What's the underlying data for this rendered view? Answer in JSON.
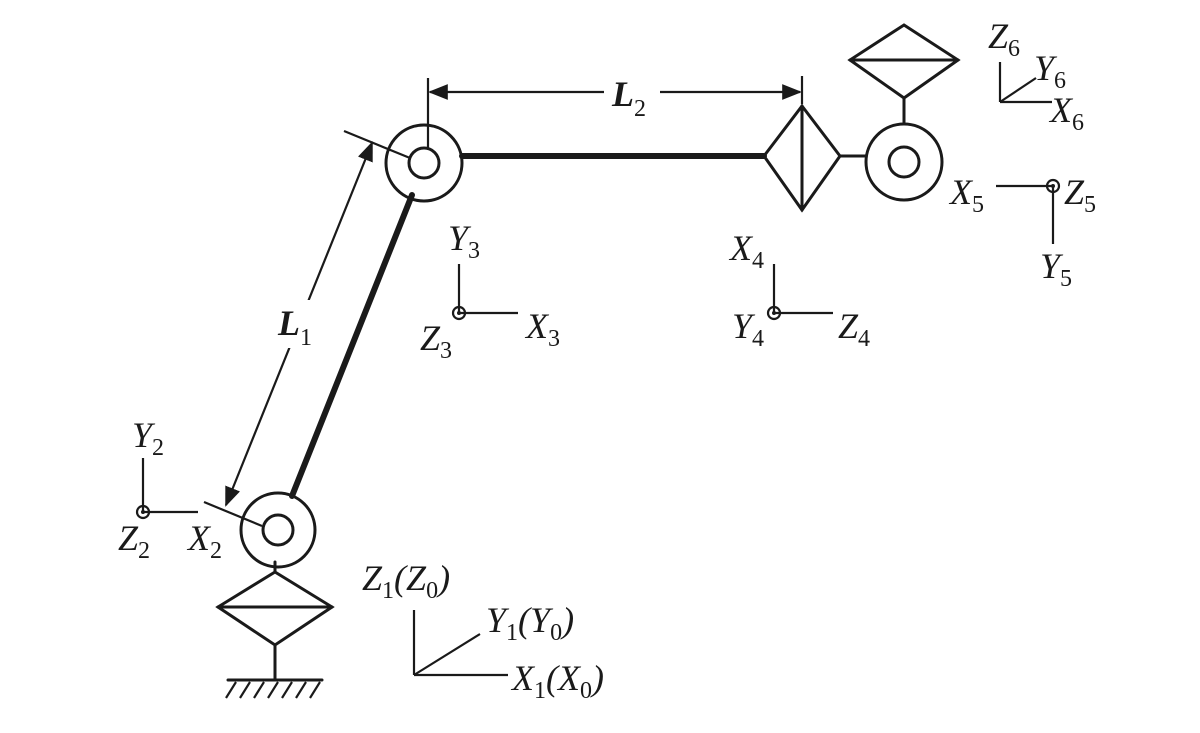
{
  "diagram": {
    "links": [
      {
        "label": "L",
        "subscript": "1"
      },
      {
        "label": "L",
        "subscript": "2"
      }
    ],
    "frames": [
      {
        "x": "X",
        "xs": "1",
        "x_alt": "X",
        "xs_alt": "0",
        "y": "Y",
        "ys": "1",
        "y_alt": "Y",
        "ys_alt": "0",
        "z": "Z",
        "zs": "1",
        "z_alt": "Z",
        "zs_alt": "0"
      },
      {
        "x": "X",
        "xs": "2",
        "y": "Y",
        "ys": "2",
        "z": "Z",
        "zs": "2"
      },
      {
        "x": "X",
        "xs": "3",
        "y": "Y",
        "ys": "3",
        "z": "Z",
        "zs": "3"
      },
      {
        "x": "X",
        "xs": "4",
        "y": "Y",
        "ys": "4",
        "z": "Z",
        "zs": "4"
      },
      {
        "x": "X",
        "xs": "5",
        "y": "Y",
        "ys": "5",
        "z": "Z",
        "zs": "5"
      },
      {
        "x": "X",
        "xs": "6",
        "y": "Y",
        "ys": "6",
        "z": "Z",
        "zs": "6"
      }
    ]
  }
}
